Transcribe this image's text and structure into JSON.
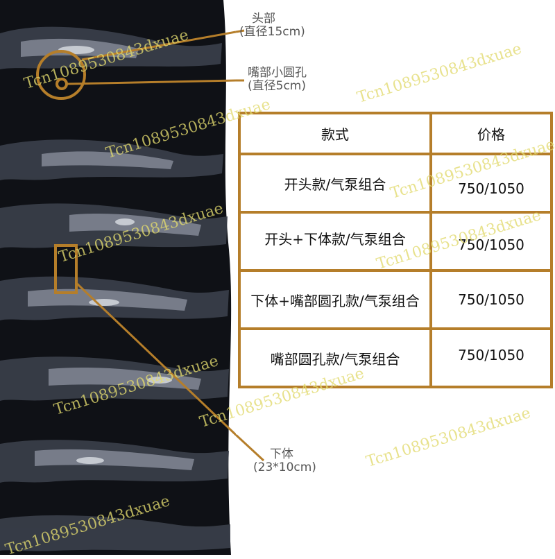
{
  "callouts": {
    "head": {
      "title": "头部",
      "detail": "(直径15cm)"
    },
    "mouth": {
      "title": "嘴部小圆孔",
      "detail": "(直径5cm)"
    },
    "body": {
      "title": "下体",
      "detail": "(23*10cm)"
    }
  },
  "table": {
    "headers": {
      "style": "款式",
      "price": "价格"
    },
    "rows": [
      {
        "style": "开头款/气泵组合",
        "price": "750/1050"
      },
      {
        "style": "开头+下体款/气泵组合",
        "price": "750/1050"
      },
      {
        "style": "下体+嘴部圆孔款/气泵组合",
        "price": "750/1050"
      },
      {
        "style": "嘴部圆孔款/气泵组合",
        "price": "750/1050"
      }
    ]
  },
  "watermark": "Tcn1089530843dxuae",
  "colors": {
    "accent": "#b57e2a",
    "watermark": "#e2da6e",
    "photo_dark": "#0f1116"
  }
}
